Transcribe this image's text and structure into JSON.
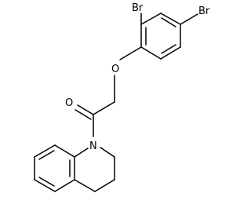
{
  "molecule": {
    "atoms": {
      "br_top": "Br",
      "br_right": "Br",
      "o_ether": "O",
      "o_carbonyl": "O",
      "n_ring": "N"
    }
  },
  "colors": {
    "stroke": "#000000",
    "background": "#ffffff"
  }
}
